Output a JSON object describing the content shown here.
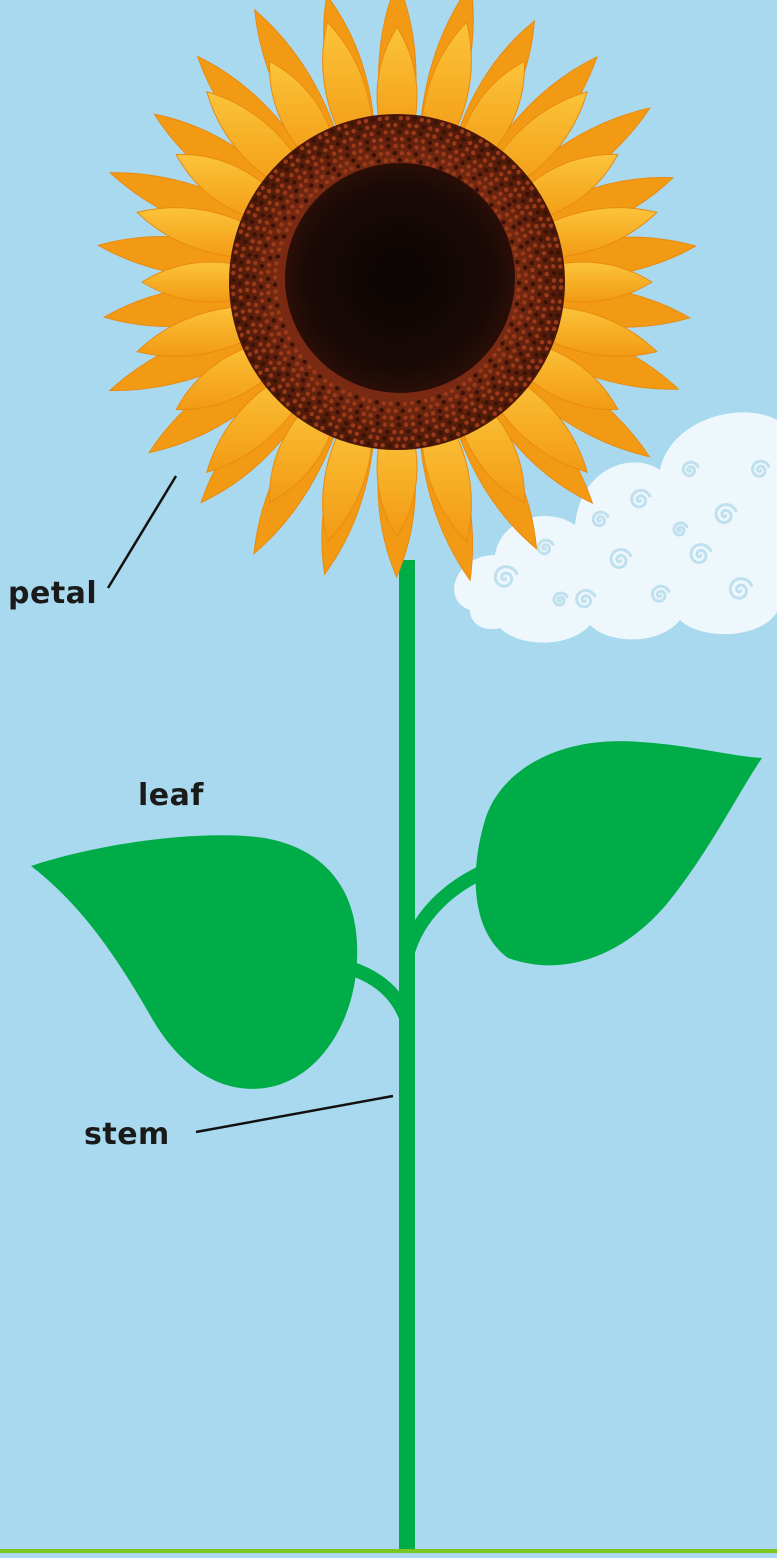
{
  "labels": {
    "petal": "petal",
    "leaf": "leaf",
    "stem": "stem"
  },
  "colors": {
    "sky": "#a9d9ee",
    "stem": "#00ac48",
    "leaf": "#00ac48",
    "cloud": "#eef7fc",
    "cloud_swirl": "#bfe0ef",
    "petal": "#f9b51c",
    "petal_dark": "#ee9312",
    "center_ring": "#6b2410",
    "center_core": "#150905",
    "grass": "#7cc620",
    "pointer_line": "#111111"
  }
}
